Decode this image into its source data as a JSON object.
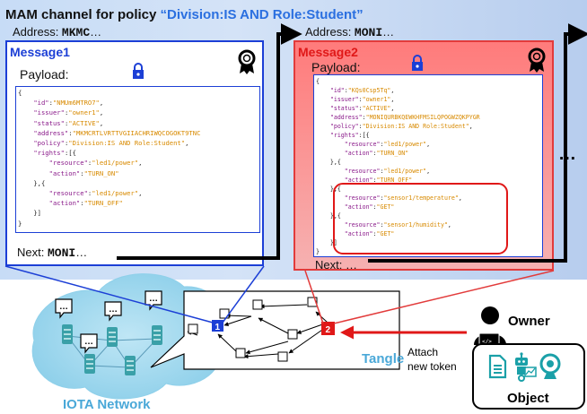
{
  "diagram_title": {
    "prefix": "MAM channel for policy ",
    "policy": "“Division:IS AND Role:Student”"
  },
  "address1": {
    "label": "Address: ",
    "value": "MKMC",
    "suffix": "…"
  },
  "address2": {
    "label": "Address: ",
    "value": "MONI",
    "suffix": "…"
  },
  "message1": {
    "title": "Message1",
    "payload_label": "Payload:",
    "next_label": "Next: ",
    "next_value": "MONI",
    "next_suffix": "…",
    "lines": [
      [
        [
          "p",
          "{"
        ]
      ],
      [
        [
          "p",
          "    "
        ],
        [
          "k",
          "\"id\""
        ],
        [
          "p",
          ":"
        ],
        [
          "v",
          "\"NMUm6MTRO7\""
        ],
        [
          "p",
          ","
        ]
      ],
      [
        [
          "p",
          "    "
        ],
        [
          "k",
          "\"issuer\""
        ],
        [
          "p",
          ":"
        ],
        [
          "v",
          "\"owner1\""
        ],
        [
          "p",
          ","
        ]
      ],
      [
        [
          "p",
          "    "
        ],
        [
          "k",
          "\"status\""
        ],
        [
          "p",
          ":"
        ],
        [
          "v",
          "\"ACTIVE\""
        ],
        [
          "p",
          ","
        ]
      ],
      [
        [
          "p",
          "    "
        ],
        [
          "k",
          "\"address\""
        ],
        [
          "p",
          ":"
        ],
        [
          "v",
          "\"MKMCRTLVRTTVGIIACHRIWQCOGOKT9TNC"
        ]
      ],
      [
        [
          "p",
          "    "
        ],
        [
          "k",
          "\"policy\""
        ],
        [
          "p",
          ":"
        ],
        [
          "v",
          "\"Division:IS AND Role:Student\""
        ],
        [
          "p",
          ","
        ]
      ],
      [
        [
          "p",
          "    "
        ],
        [
          "k",
          "\"rights\""
        ],
        [
          "p",
          ":[{"
        ]
      ],
      [
        [
          "p",
          "        "
        ],
        [
          "k",
          "\"resource\""
        ],
        [
          "p",
          ":"
        ],
        [
          "v",
          "\"led1/power\""
        ],
        [
          "p",
          ","
        ]
      ],
      [
        [
          "p",
          "        "
        ],
        [
          "k",
          "\"action\""
        ],
        [
          "p",
          ":"
        ],
        [
          "v",
          "\"TURN_ON\""
        ]
      ],
      [
        [
          "p",
          "    },{"
        ]
      ],
      [
        [
          "p",
          "        "
        ],
        [
          "k",
          "\"resource\""
        ],
        [
          "p",
          ":"
        ],
        [
          "v",
          "\"led1/power\""
        ],
        [
          "p",
          ","
        ]
      ],
      [
        [
          "p",
          "        "
        ],
        [
          "k",
          "\"action\""
        ],
        [
          "p",
          ":"
        ],
        [
          "v",
          "\"TURN_OFF\""
        ]
      ],
      [
        [
          "p",
          "    }]"
        ]
      ],
      [
        [
          "p",
          "}"
        ]
      ]
    ]
  },
  "message2": {
    "title": "Message2",
    "payload_label": "Payload:",
    "next_label": "Next: …",
    "lines": [
      [
        [
          "p",
          "{"
        ]
      ],
      [
        [
          "p",
          "    "
        ],
        [
          "k",
          "\"id\""
        ],
        [
          "p",
          ":"
        ],
        [
          "v",
          "\"KQs0Csp5Tq\""
        ],
        [
          "p",
          ","
        ]
      ],
      [
        [
          "p",
          "    "
        ],
        [
          "k",
          "\"issuer\""
        ],
        [
          "p",
          ":"
        ],
        [
          "v",
          "\"owner1\""
        ],
        [
          "p",
          ","
        ]
      ],
      [
        [
          "p",
          "    "
        ],
        [
          "k",
          "\"status\""
        ],
        [
          "p",
          ":"
        ],
        [
          "v",
          "\"ACTIVE\""
        ],
        [
          "p",
          ","
        ]
      ],
      [
        [
          "p",
          "    "
        ],
        [
          "k",
          "\"address\""
        ],
        [
          "p",
          ":"
        ],
        [
          "v",
          "\"MONIQURBKQEWKHFMSILQPOGWZQKPYGR"
        ]
      ],
      [
        [
          "p",
          "    "
        ],
        [
          "k",
          "\"policy\""
        ],
        [
          "p",
          ":"
        ],
        [
          "v",
          "\"Division:IS AND Role:Student\""
        ],
        [
          "p",
          ","
        ]
      ],
      [
        [
          "p",
          "    "
        ],
        [
          "k",
          "\"rights\""
        ],
        [
          "p",
          ":[{"
        ]
      ],
      [
        [
          "p",
          "        "
        ],
        [
          "k",
          "\"resource\""
        ],
        [
          "p",
          ":"
        ],
        [
          "v",
          "\"led1/power\""
        ],
        [
          "p",
          ","
        ]
      ],
      [
        [
          "p",
          "        "
        ],
        [
          "k",
          "\"action\""
        ],
        [
          "p",
          ":"
        ],
        [
          "v",
          "\"TURN_ON\""
        ]
      ],
      [
        [
          "p",
          "    },{"
        ]
      ],
      [
        [
          "p",
          "        "
        ],
        [
          "k",
          "\"resource\""
        ],
        [
          "p",
          ":"
        ],
        [
          "v",
          "\"led1/power\""
        ],
        [
          "p",
          ","
        ]
      ],
      [
        [
          "p",
          "        "
        ],
        [
          "k",
          "\"action\""
        ],
        [
          "p",
          ":"
        ],
        [
          "v",
          "\"TURN_OFF\""
        ]
      ],
      [
        [
          "p",
          "    },{"
        ]
      ],
      [
        [
          "p",
          "        "
        ],
        [
          "k",
          "\"resource\""
        ],
        [
          "p",
          ":"
        ],
        [
          "v",
          "\"sensor1/temperature\""
        ],
        [
          "p",
          ","
        ]
      ],
      [
        [
          "p",
          "        "
        ],
        [
          "k",
          "\"action\""
        ],
        [
          "p",
          ":"
        ],
        [
          "v",
          "\"GET\""
        ]
      ],
      [
        [
          "p",
          "    },{"
        ]
      ],
      [
        [
          "p",
          "        "
        ],
        [
          "k",
          "\"resource\""
        ],
        [
          "p",
          ":"
        ],
        [
          "v",
          "\"sensor1/humidity\""
        ],
        [
          "p",
          ","
        ]
      ],
      [
        [
          "p",
          "        "
        ],
        [
          "k",
          "\"action\""
        ],
        [
          "p",
          ":"
        ],
        [
          "v",
          "\"GET\""
        ]
      ],
      [
        [
          "p",
          "    }]"
        ]
      ],
      [
        [
          "p",
          "}"
        ]
      ]
    ]
  },
  "ellipsis": "…",
  "labels": {
    "tangle": "Tangle",
    "iota_network": "IOTA Network",
    "owner": "Owner",
    "object": "Object",
    "attach_line1": "Attach",
    "attach_line2": "new token",
    "node1": "1",
    "node2": "2",
    "bubble": "…",
    "laptop_glyph": "</>"
  },
  "colors": {
    "message1_border": "#1c3fd6",
    "message2_border": "#e23b3b",
    "message2_fill": "#f49a9a",
    "title_policy": "#2a6fe0",
    "iota_network": "#4aa8d8",
    "tangle": "#4aa8d8",
    "icon_teal": "#1aa0a8"
  },
  "icons": [
    "lock-icon",
    "certificate-icon",
    "server-icon",
    "speech-bubble-icon",
    "person-icon",
    "laptop-icon",
    "document-icon",
    "robot-icon",
    "webcam-icon",
    "chart-icon"
  ]
}
